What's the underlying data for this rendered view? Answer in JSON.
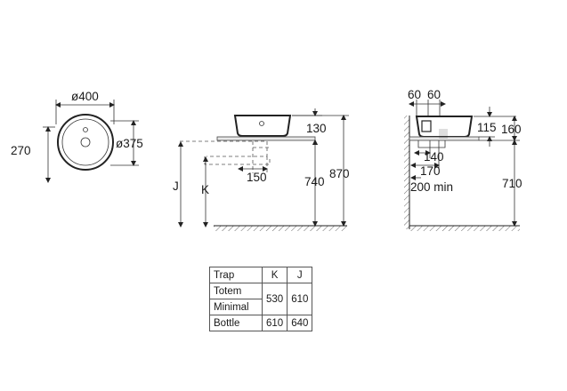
{
  "top_view": {
    "outer_diameter": "ø400",
    "inner_diameter": "ø375",
    "offset": "270"
  },
  "front_view": {
    "basin_height": "130",
    "trap_offset": "150",
    "counter_height": "740",
    "overall_height": "870",
    "trap_label_j": "J",
    "trap_label_k": "K"
  },
  "side_view": {
    "wall_gap_a": "60",
    "wall_gap_b": "60",
    "height_upper": "115",
    "height_total": "160",
    "depth_a": "140",
    "depth_b": "170",
    "min_depth": "200 min",
    "floor_height": "710"
  },
  "trap_table": {
    "headers": [
      "Trap",
      "K",
      "J"
    ],
    "rows": [
      {
        "name": "Totem",
        "k": "530",
        "j": "610"
      },
      {
        "name": "Minimal",
        "k": "",
        "j": ""
      },
      {
        "name": "Bottle",
        "k": "610",
        "j": "640"
      }
    ]
  }
}
